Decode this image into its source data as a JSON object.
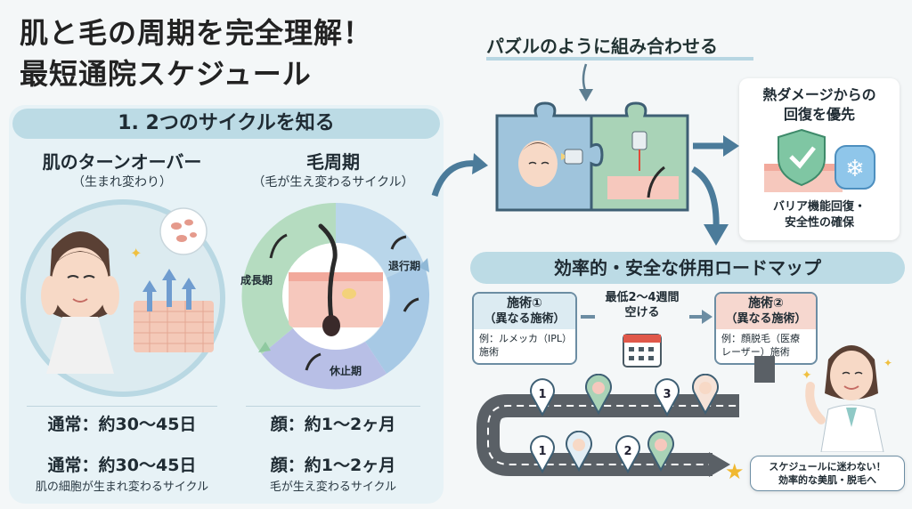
{
  "title": {
    "line1": "肌と毛の周期を完全理解！",
    "line2": "最短通院スケジュール"
  },
  "left": {
    "section_title": "1. 2つのサイクルを知る",
    "skin": {
      "title": "肌のターンオーバー",
      "subtitle": "（生まれ変わり）",
      "stat1": "通常：約30〜45日",
      "stat2": "通常：約30〜45日",
      "note": "肌の細胞が生まれ変わるサイクル"
    },
    "hair": {
      "title": "毛周期",
      "subtitle": "（毛が生え変わるサイクル）",
      "phases": [
        "成長期",
        "退行期",
        "休止期"
      ],
      "stat1": "顔：約1〜2ヶ月",
      "stat2": "顔：約1〜2ヶ月",
      "note": "毛が生え変わるサイクル"
    }
  },
  "right": {
    "puzzle_label": "パズルのように組み合わせる",
    "recovery": {
      "title_line1": "熱ダメージからの",
      "title_line2": "回復を優先",
      "note_line1": "バリア機能回復・",
      "note_line2": "安全性の確保"
    },
    "roadmap_title": "効率的・安全な併用ロードマップ",
    "step1": {
      "head1": "施術①",
      "head2": "（異なる施術）",
      "body1": "例：ルメッカ（IPL）",
      "body2": "施術"
    },
    "interval": {
      "line1": "最低2〜4週間",
      "line2": "空ける"
    },
    "step2": {
      "head1": "施術②",
      "head2": "（異なる施術）",
      "body1": "例：顔脱毛（医療",
      "body2": "レーザー）施術"
    },
    "pins": [
      "1",
      "3",
      "1",
      "2"
    ],
    "goal": {
      "line1": "スケジュールに迷わない！",
      "line2": "効率的な美肌・脱毛へ"
    }
  },
  "colors": {
    "accent_blue": "#bcdbe5",
    "puzzle_blue": "#9fc4dc",
    "puzzle_green": "#a9d3b7",
    "step2_header": "#f6d7cf",
    "road": "#5a6066"
  }
}
